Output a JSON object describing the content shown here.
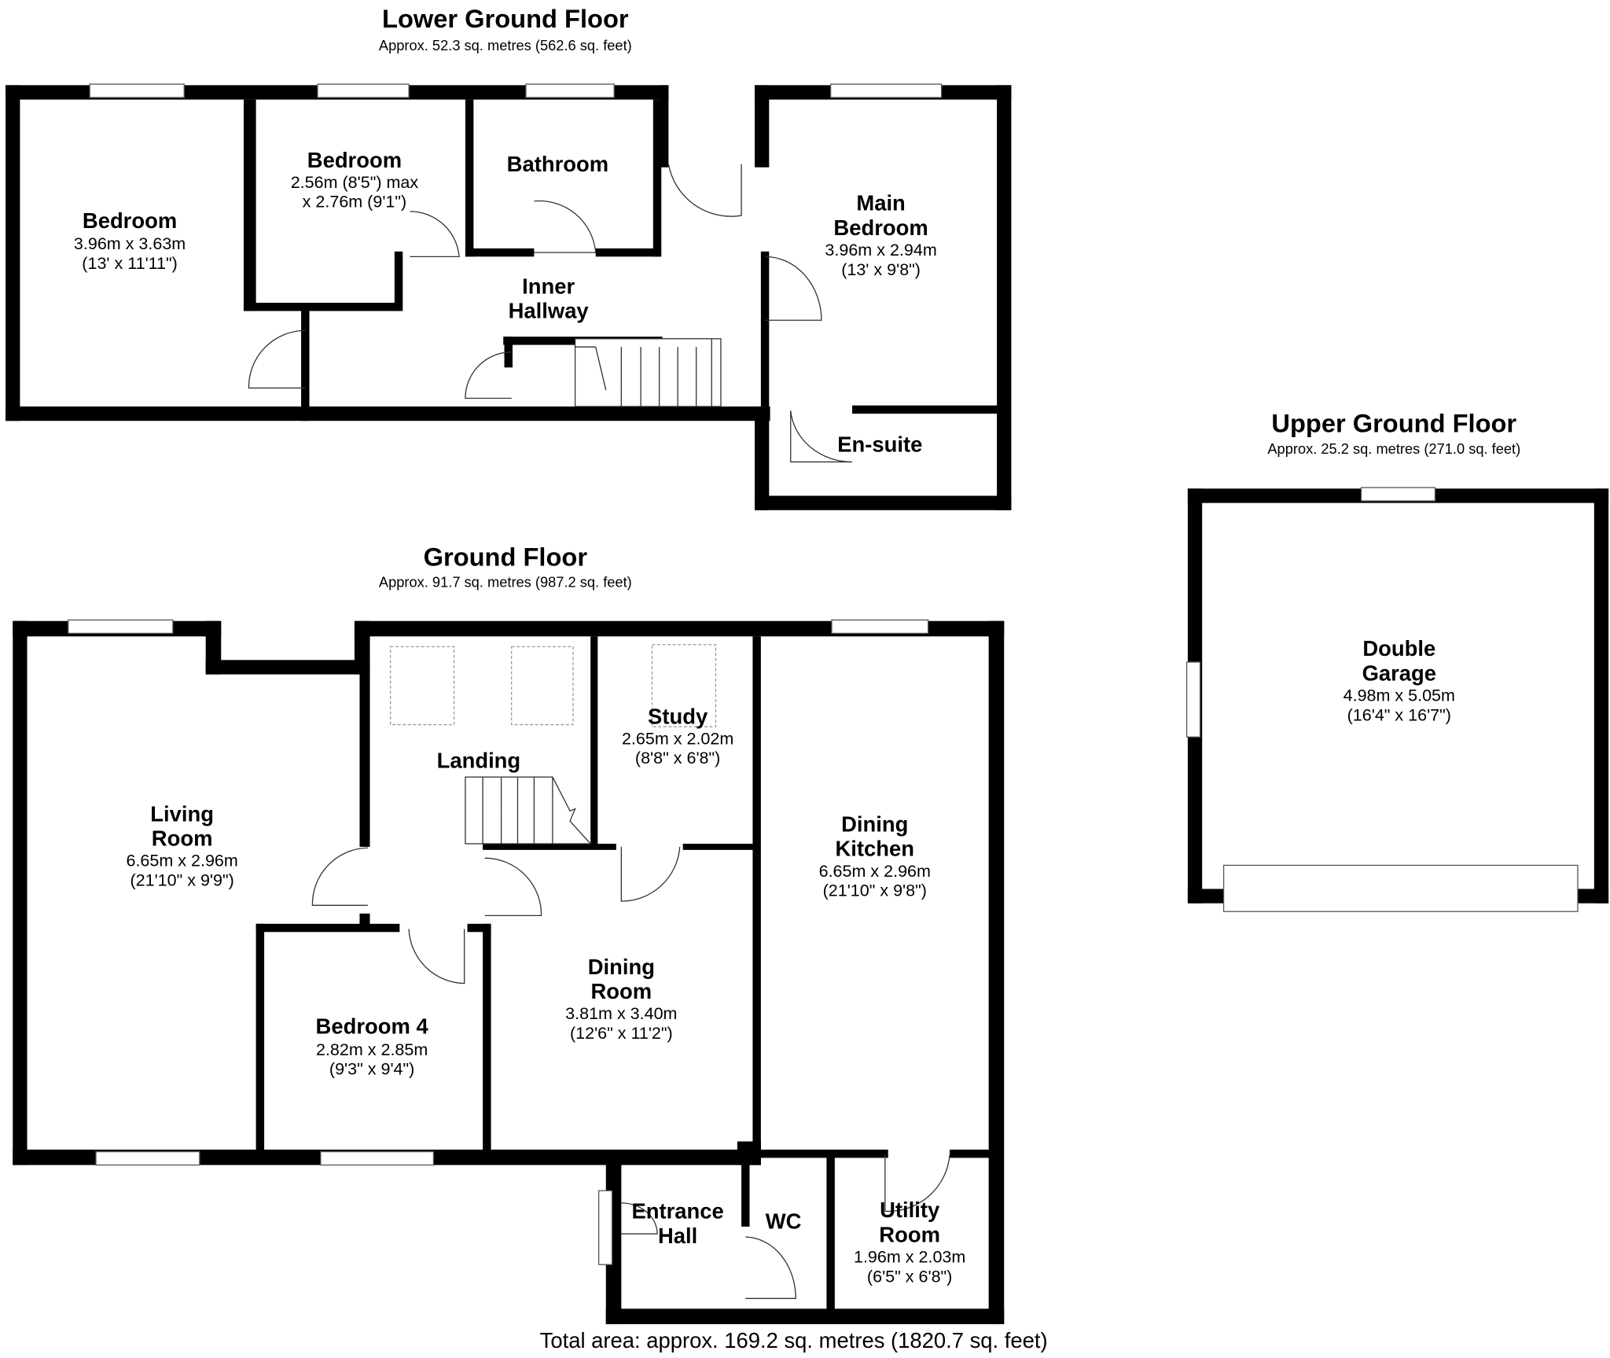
{
  "floors": {
    "lower": {
      "title": "Lower Ground Floor",
      "area": "Approx. 52.3 sq. metres (562.6 sq. feet)",
      "rooms": {
        "bedroom_a": {
          "name": "Bedroom",
          "dims": "3.96m x 3.63m",
          "imperial": "(13' x 11'11\")"
        },
        "bedroom_b": {
          "name": "Bedroom",
          "dims": "2.56m (8'5\") max",
          "imperial": "x 2.76m (9'1\")"
        },
        "bathroom": {
          "name": "Bathroom"
        },
        "inner_hallway": {
          "name1": "Inner",
          "name2": "Hallway"
        },
        "main_bedroom": {
          "name1": "Main",
          "name2": "Bedroom",
          "dims": "3.96m x 2.94m",
          "imperial": "(13' x 9'8\")"
        },
        "ensuite": {
          "name": "En-suite"
        }
      }
    },
    "ground": {
      "title": "Ground Floor",
      "area": "Approx. 91.7 sq. metres (987.2 sq. feet)",
      "rooms": {
        "living": {
          "name1": "Living",
          "name2": "Room",
          "dims": "6.65m x 2.96m",
          "imperial": "(21'10\" x 9'9\")"
        },
        "landing": {
          "name": "Landing"
        },
        "study": {
          "name": "Study",
          "dims": "2.65m x 2.02m",
          "imperial": "(8'8\" x 6'8\")"
        },
        "dining_kitchen": {
          "name1": "Dining",
          "name2": "Kitchen",
          "dims": "6.65m x 2.96m",
          "imperial": "(21'10\" x 9'8\")"
        },
        "bedroom4": {
          "name": "Bedroom 4",
          "dims": "2.82m x 2.85m",
          "imperial": "(9'3\" x 9'4\")"
        },
        "dining_room": {
          "name1": "Dining",
          "name2": "Room",
          "dims": "3.81m x 3.40m",
          "imperial": "(12'6\" x 11'2\")"
        },
        "entrance": {
          "name1": "Entrance",
          "name2": "Hall"
        },
        "wc": {
          "name": "WC"
        },
        "utility": {
          "name1": "Utility",
          "name2": "Room",
          "dims": "1.96m x 2.03m",
          "imperial": "(6'5\" x 6'8\")"
        }
      }
    },
    "upper": {
      "title": "Upper Ground Floor",
      "area": "Approx. 25.2 sq. metres (271.0 sq. feet)",
      "rooms": {
        "garage": {
          "name1": "Double",
          "name2": "Garage",
          "dims": "4.98m x 5.05m",
          "imperial": "(16'4\" x 16'7\")"
        }
      }
    }
  },
  "total_area": "Total area: approx. 169.2 sq. metres (1820.7 sq. feet)"
}
